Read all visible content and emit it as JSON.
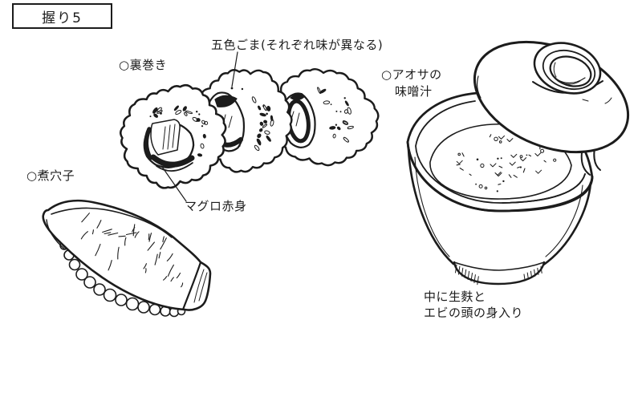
{
  "page": {
    "background": "#ffffff",
    "ink": "#1c1c1c"
  },
  "title_box": {
    "label": "握り5"
  },
  "labels": {
    "uramaki": "○裏巻き",
    "goma_note": "五色ごま(それぞれ味が異なる)",
    "maguro": "マグロ赤身",
    "anago": "○煮穴子",
    "miso_line1": "○アオサの",
    "miso_line2": "味噌汁",
    "note_line1": "中に生麩と",
    "note_line2": "エビの頭の身入り"
  },
  "illustrations": {
    "rolls": "uramaki-sesame-rolls-drawing",
    "nigiri": "anago-nigiri-drawing",
    "soup": "miso-soup-bowl-with-lid-drawing"
  }
}
